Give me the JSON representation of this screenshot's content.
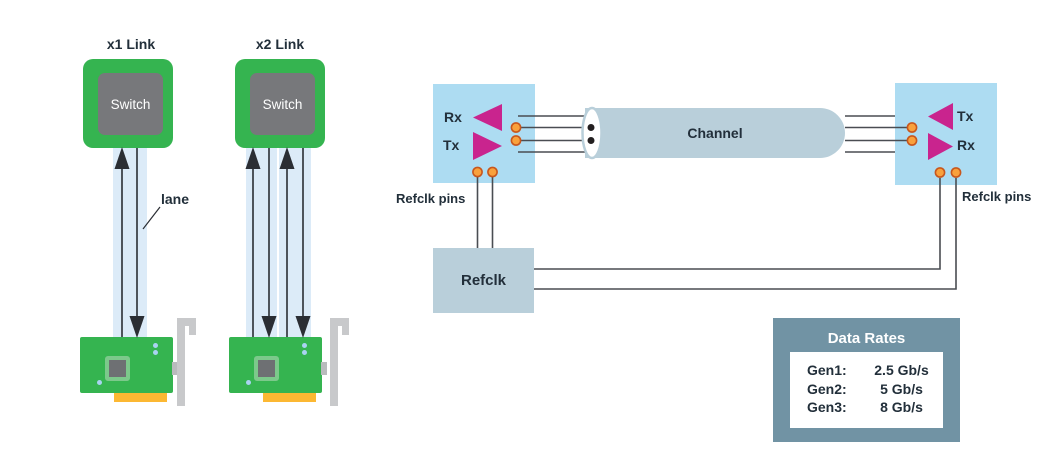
{
  "palette": {
    "green": "#35b450",
    "switch_gray": "#77787b",
    "lane_blue": "#dcebf8",
    "arrow_dark": "#2b2e34",
    "io_box_blue": "#addcf2",
    "magenta": "#c9248e",
    "pin_orange": "#f9a13c",
    "pin_outline": "#c8571d",
    "channel_blue_gray": "#b9cfda",
    "wire_gray": "#4a4d52",
    "connector_yellow": "#fcb833",
    "bracket_gray": "#c8c9cb",
    "board_dot_blue": "#a9d3f0",
    "table_slate": "#7193a4",
    "text_dark": "#222f3a"
  },
  "left_diagram": {
    "links": [
      {
        "title": "x1 Link",
        "chip_label": "Switch"
      },
      {
        "title": "x2 Link",
        "chip_label": "Switch"
      }
    ],
    "lane_label": "lane"
  },
  "channel_diagram": {
    "left_device": {
      "top_label": "Rx",
      "bottom_label": "Tx"
    },
    "right_device": {
      "top_label": "Tx",
      "bottom_label": "Rx"
    },
    "channel_label": "Channel",
    "refclk_box_label": "Refclk",
    "left_refclk_pins_label": "Refclk pins",
    "right_refclk_pins_label": "Refclk pins"
  },
  "data_rates": {
    "title": "Data Rates",
    "rows": [
      {
        "gen": "Gen1:",
        "rate": "2.5 Gb/s"
      },
      {
        "gen": "Gen2:",
        "rate": "5 Gb/s"
      },
      {
        "gen": "Gen3:",
        "rate": "8 Gb/s"
      }
    ]
  }
}
